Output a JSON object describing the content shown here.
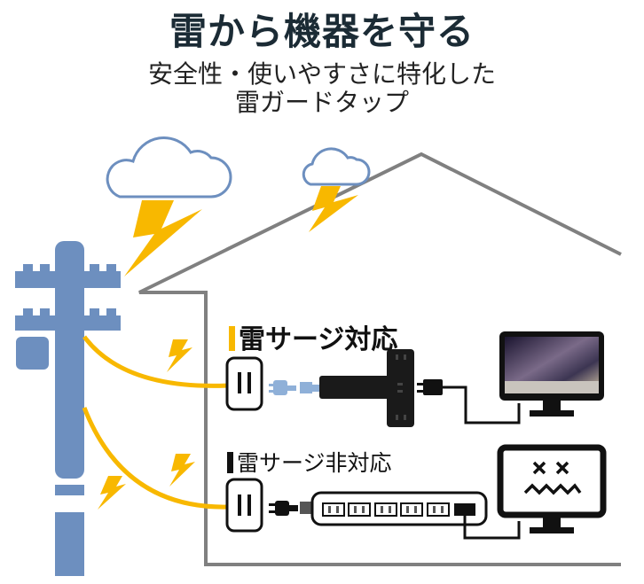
{
  "title": "雷から機器を守る",
  "subtitle_line1": "安全性・使いやすさに特化した",
  "subtitle_line2": "雷ガードタップ",
  "labels": {
    "protected": "雷サージ対応",
    "unprotected": "雷サージ非対応"
  },
  "colors": {
    "pole": "#6d8fbf",
    "lightning": "#f8b800",
    "house": "#808080",
    "title": "#1b2b35"
  }
}
